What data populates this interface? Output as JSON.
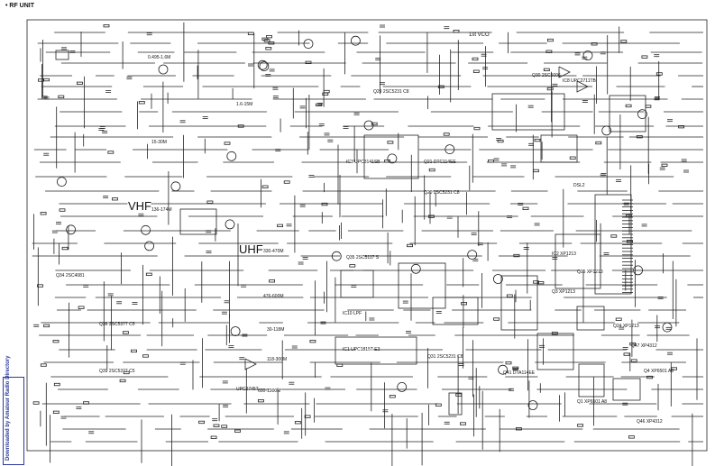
{
  "page_title": "• RF UNIT",
  "band_labels": {
    "vhf": "VHF",
    "uhf": "UHF"
  },
  "labels": {
    "vco": "1st VCO",
    "q29": "Q29 2SC5231 C8",
    "q30": "Q30 2SC5006",
    "ic8": "IC8 UPC2711TB",
    "ic3": "IC3 UPC3141SB",
    "q20": "Q20 2SC5231 C8",
    "ic2": "IC2 XP1213",
    "q21": "Q21 DTC114EE",
    "q35": "Q35 2SC5117 S",
    "ic1": "IC1 UPC1815T-E3",
    "q3": "Q3 XP1213",
    "q34": "Q34 2SC4081",
    "q36": "Q36 2SC5377 C5",
    "q39": "Q39 2SC5377 C5",
    "ic10": "IC10 LPF",
    "upc": "UPC2745T",
    "q31": "Q31 2SC5231 C8",
    "q25": "Q25 XP1213",
    "q24": "Q24 XP1213",
    "q41": "Q41 DTA114EE",
    "q1": "Q1 XP6501 A8",
    "q46": "Q46 XP4312",
    "q4": "Q4 XP6501 A8",
    "q47": "Q47 XP4312",
    "dsl2": "DSL2",
    "f136": "136-174M",
    "f330": "330-470M",
    "f476": "476-600M",
    "f118": "30-118M",
    "f118b": "118-300M",
    "f1300": "600-1300M",
    "f225": "15-30M",
    "f13": "1.6-15M",
    "fb": "0.495-1.6M"
  },
  "stamp": "Downloaded by\nAmateur Radio Directory"
}
